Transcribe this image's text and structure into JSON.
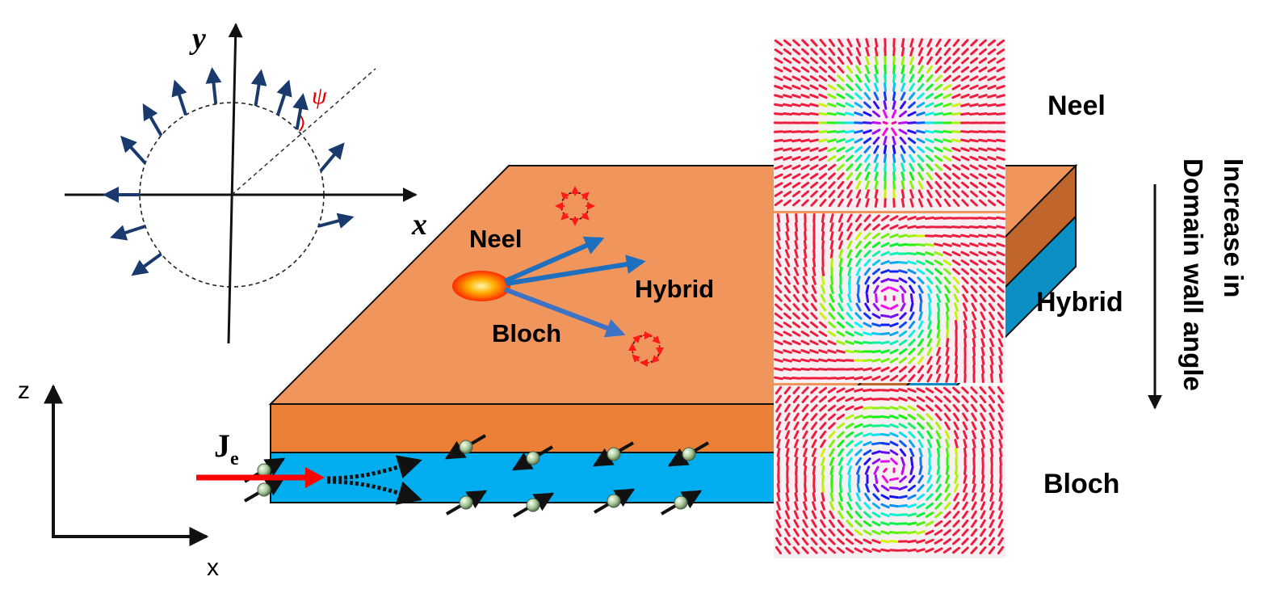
{
  "polar_inset": {
    "x_axis_label": "x",
    "y_axis_label": "y",
    "angle_label": "ψ",
    "arrow_color": "#1a3a6e",
    "angle_color": "#e00000"
  },
  "coordinate_axes": {
    "z_label": "z",
    "x_label": "x"
  },
  "slab": {
    "top_color": "#f0965c",
    "front_color": "#ec7f36",
    "side_color": "#c0662c",
    "layer_color": "#00aeef",
    "layer_side_color": "#0b8fc4",
    "current_label_main": "J",
    "current_label_sub": "e",
    "current_color": "#ff0000"
  },
  "trajectory_labels": {
    "neel": "Neel",
    "hybrid": "Hybrid",
    "bloch": "Bloch"
  },
  "textures": [
    {
      "label": "Neel",
      "type": "neel",
      "twist_degrees": 0
    },
    {
      "label": "Hybrid",
      "type": "hybrid",
      "twist_degrees": 45
    },
    {
      "label": "Bloch",
      "type": "bloch",
      "twist_degrees": 90
    }
  ],
  "trend_label": {
    "line1": "Increase in",
    "line2": "Domain wall angle"
  }
}
